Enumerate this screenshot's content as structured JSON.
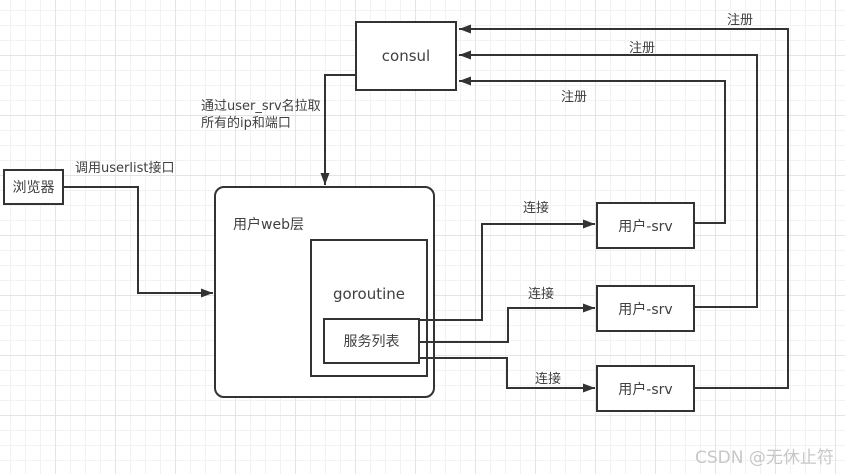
{
  "diagram": {
    "nodes": {
      "browser": "浏览器",
      "consul": "consul",
      "web_layer": "用户web层",
      "goroutine": "goroutine",
      "service_list": "服务列表",
      "user_srv_1": "用户-srv",
      "user_srv_2": "用户-srv",
      "user_srv_3": "用户-srv"
    },
    "labels": {
      "call_userlist": "调用userlist接口",
      "pull_line1": "通过user_srv名拉取",
      "pull_line2": "所有的ip和端口",
      "register_1": "注册",
      "register_2": "注册",
      "register_3": "注册",
      "connect_1": "连接",
      "connect_2": "连接",
      "connect_3": "连接"
    },
    "colors": {
      "stroke": "#333333",
      "text": "#404040",
      "grid_minor": "#f2f2f2",
      "grid_major": "#e4e4e4",
      "watermark": "#c7c7c7",
      "background": "#ffffff"
    }
  },
  "watermark": "CSDN @无休止符"
}
